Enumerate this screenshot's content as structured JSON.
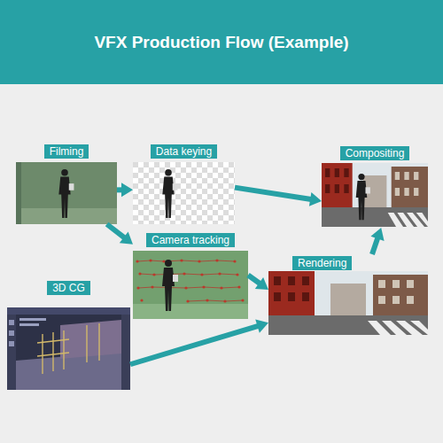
{
  "diagram": {
    "title": "VFX Production Flow (Example)",
    "nodes": [
      {
        "text": [
          "Filming"
        ]
      },
      {
        "text": [
          "Data keying"
        ]
      },
      {
        "text": [
          "Compositing"
        ]
      },
      {
        "text": [
          "Camera tracking"
        ]
      },
      {
        "text": [
          "Rendering"
        ]
      },
      {
        "text": [
          "3D CG"
        ]
      }
    ],
    "edges": [
      {
        "from": 0,
        "to": 1,
        "arrow": "to"
      },
      {
        "from": 0,
        "to": 3,
        "arrow": "to"
      },
      {
        "from": 1,
        "to": 2,
        "arrow": "to"
      },
      {
        "from": 3,
        "to": 4,
        "arrow": "to"
      },
      {
        "from": 5,
        "to": 4,
        "arrow": "to"
      },
      {
        "from": 4,
        "to": 2,
        "arrow": "to"
      }
    ]
  }
}
